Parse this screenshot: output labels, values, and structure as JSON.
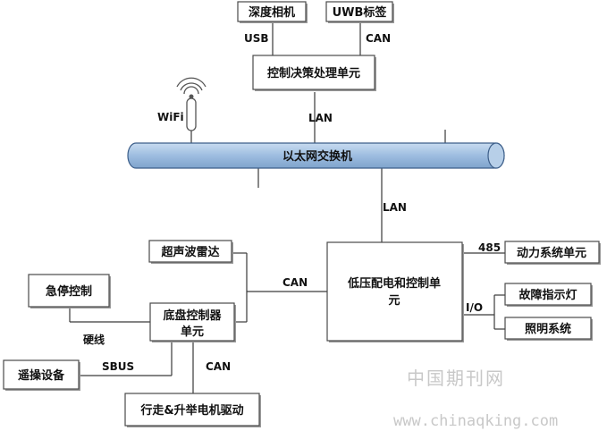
{
  "nodes": {
    "depth_camera": "深度相机",
    "uwb_tag": "UWB标签",
    "control_unit": "控制决策处理单元",
    "ethernet_switch": "以太网交换机",
    "ultrasonic_radar": "超声波雷达",
    "emergency_stop": "急停控制",
    "chassis_line1": "底盘控制器",
    "chassis_line2": "单元",
    "remote_device": "遥操设备",
    "motor_drive": "行走&升举电机驱动",
    "lv_line1": "低压配电和控制单",
    "lv_line2": "元",
    "power_unit": "动力系统单元",
    "fault_light": "故障指示灯",
    "lighting": "照明系统"
  },
  "edges": {
    "usb": "USB",
    "can_uwb": "CAN",
    "lan_ctrl": "LAN",
    "wifi": "WiFi",
    "lan_lv": "LAN",
    "can_bus": "CAN",
    "hardwire": "硬线",
    "sbus": "SBUS",
    "can_motor": "CAN",
    "rs485": "485",
    "io": "I/O"
  },
  "watermark": {
    "cn": "中国期刊网",
    "url": "www.chinaqking.com"
  },
  "colors": {
    "bus_fill": "#9dbde0",
    "bus_stroke": "#3d5f8a",
    "line": "#3a3a3a",
    "watermark": "#c8c8c8"
  }
}
